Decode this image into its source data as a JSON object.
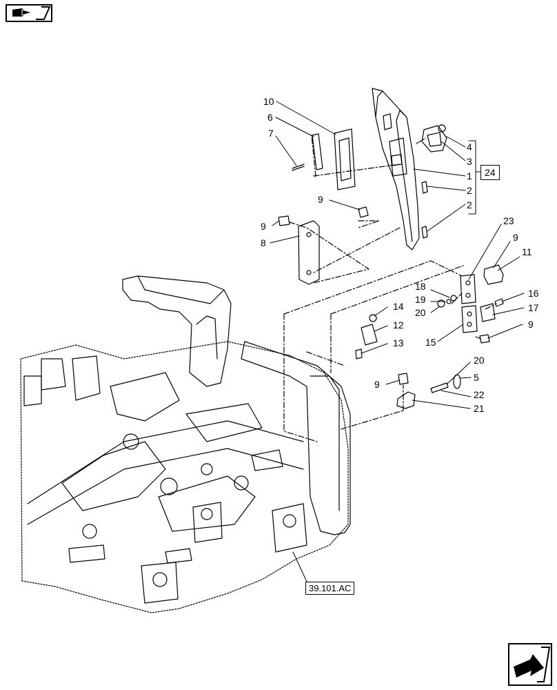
{
  "nav": {
    "top_icon": "book-arrow-icon",
    "bottom_icon": "exit-arrow-icon"
  },
  "callouts": [
    {
      "id": "c10",
      "label": "10"
    },
    {
      "id": "c6",
      "label": "6"
    },
    {
      "id": "c7",
      "label": "7"
    },
    {
      "id": "c9a",
      "label": "9"
    },
    {
      "id": "c9b",
      "label": "9"
    },
    {
      "id": "c8",
      "label": "8"
    },
    {
      "id": "c4",
      "label": "4"
    },
    {
      "id": "c3",
      "label": "3"
    },
    {
      "id": "c1",
      "label": "1"
    },
    {
      "id": "c2a",
      "label": "2"
    },
    {
      "id": "c2b",
      "label": "2"
    },
    {
      "id": "c23",
      "label": "23"
    },
    {
      "id": "c9c",
      "label": "9"
    },
    {
      "id": "c11",
      "label": "11"
    },
    {
      "id": "c18",
      "label": "18"
    },
    {
      "id": "c19",
      "label": "19"
    },
    {
      "id": "c20a",
      "label": "20"
    },
    {
      "id": "c16",
      "label": "16"
    },
    {
      "id": "c17",
      "label": "17"
    },
    {
      "id": "c14",
      "label": "14"
    },
    {
      "id": "c12",
      "label": "12"
    },
    {
      "id": "c13",
      "label": "13"
    },
    {
      "id": "c15",
      "label": "15"
    },
    {
      "id": "c9d",
      "label": "9"
    },
    {
      "id": "c20b",
      "label": "20"
    },
    {
      "id": "c5",
      "label": "5"
    },
    {
      "id": "c9e",
      "label": "9"
    },
    {
      "id": "c22",
      "label": "22"
    },
    {
      "id": "c21",
      "label": "21"
    }
  ],
  "refs": {
    "assembly": "24",
    "section": "39.101.AC"
  }
}
